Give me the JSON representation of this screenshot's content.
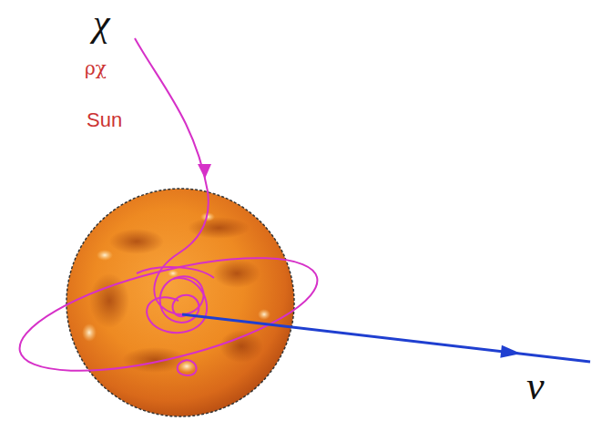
{
  "diagram": {
    "labels": [
      "χ",
      "ρχ",
      "Sun",
      "ν"
    ]
  }
}
